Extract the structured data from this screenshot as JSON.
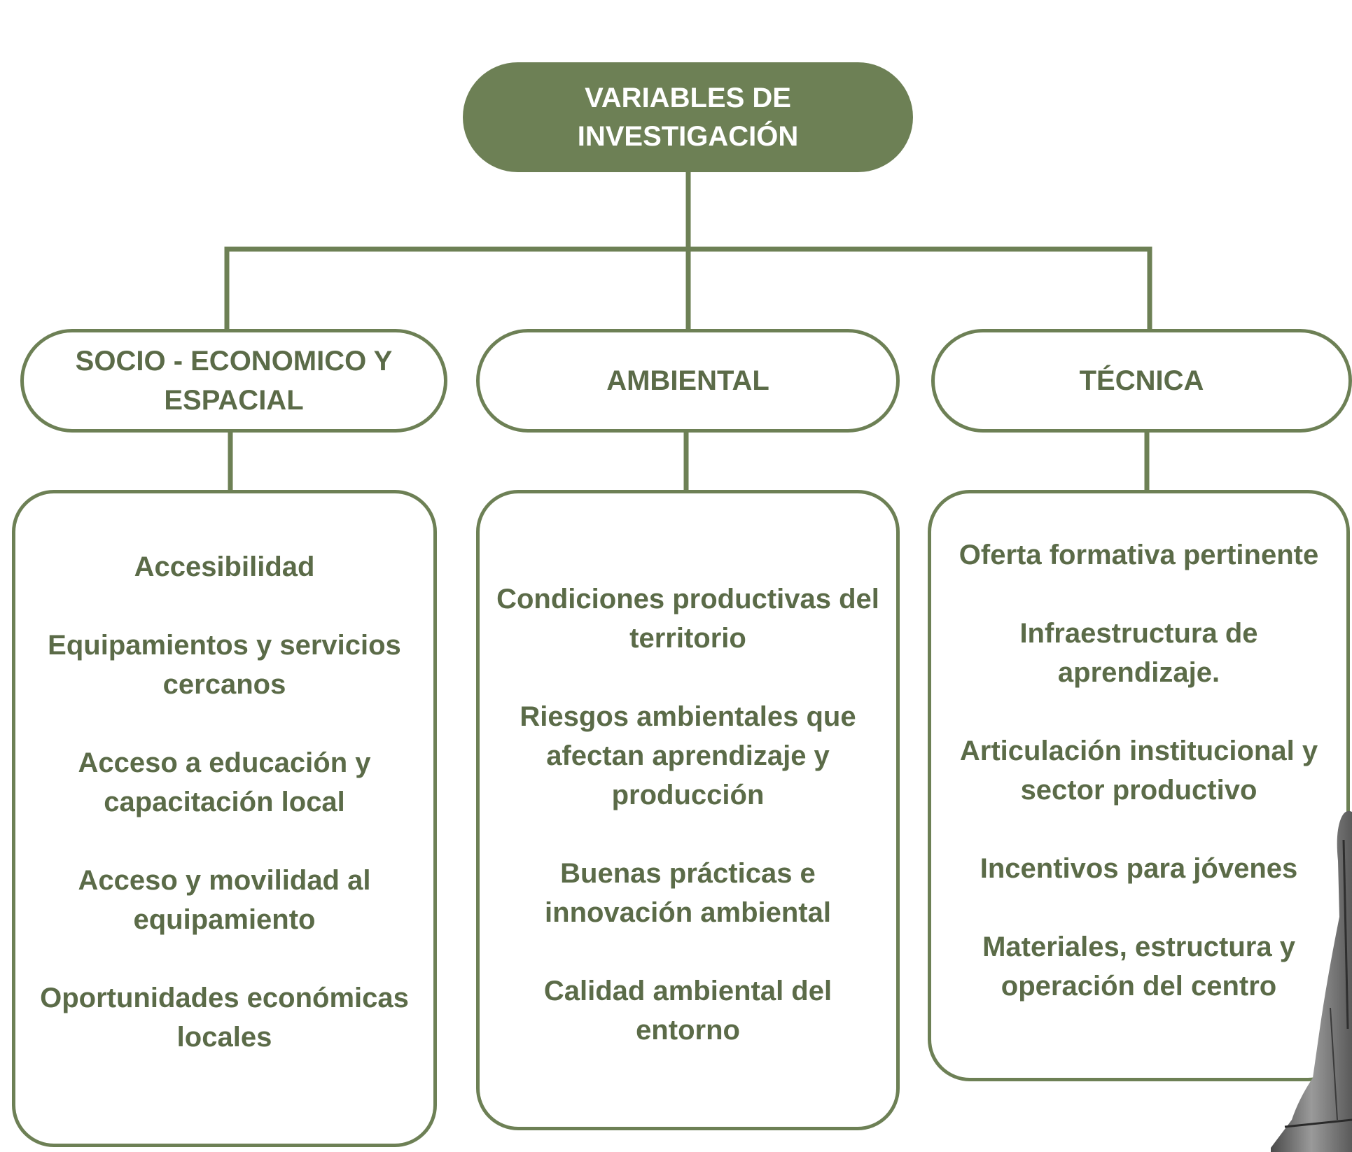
{
  "diagram": {
    "root": {
      "label": "VARIABLES DE\nINVESTIGACIÓN"
    },
    "categories": [
      {
        "label": "SOCIO - ECONOMICO Y\nESPACIAL",
        "items": [
          "Accesibilidad",
          "Equipamientos y servicios\ncercanos",
          "Acceso a educación y\ncapacitación local",
          "Acceso y movilidad al\nequipamiento",
          "Oportunidades económicas\nlocales"
        ]
      },
      {
        "label": "AMBIENTAL",
        "items": [
          "Condiciones productivas del\nterritorio",
          "Riesgos ambientales que\nafectan aprendizaje y\nproducción",
          "Buenas prácticas e\ninnovación ambiental",
          "Calidad ambiental del\nentorno"
        ]
      },
      {
        "label": "TÉCNICA",
        "items": [
          "Oferta formativa pertinente",
          "Infraestructura de\naprendizaje.",
          "Articulación institucional y\nsector productivo",
          "Incentivos para jóvenes",
          "Materiales, estructura y\noperación del centro"
        ]
      }
    ]
  },
  "colors": {
    "primary": "#6d8055",
    "text": "#5b6b48",
    "root_text": "#ffffff",
    "background": "#ffffff"
  }
}
